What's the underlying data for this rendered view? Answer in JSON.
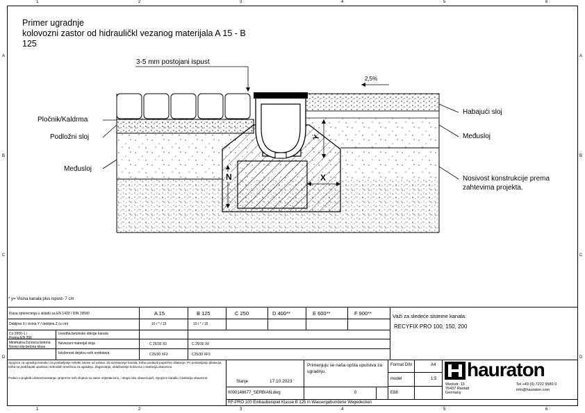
{
  "header": {
    "title_line1": "Primer ugradnje",
    "title_line2": "kolovozni zastor od hidrauličkl vezanog materijala A 15 - B",
    "title_line3": "125"
  },
  "frame": {
    "col_numbers": [
      "1",
      "2",
      "3",
      "4",
      "5",
      "6"
    ],
    "row_letters": [
      "A",
      "B",
      "C",
      "D"
    ]
  },
  "drawing": {
    "top_label": "3-5 mm postojani ispust",
    "slope": "2,5%",
    "left_labels": [
      "Pločnik/Kaldrma",
      "Podložni sloj",
      "Međusloj"
    ],
    "right_labels": [
      "Habajući sloj",
      "Međusloj",
      "Nosivost konstrukcije prema",
      "zahtevima projekta."
    ],
    "dim_n": "N",
    "dim_x": "X",
    "dim_y": "Y",
    "footnote": "* y= Visina kanala plus ispust- 7 cm"
  },
  "table": {
    "row1_label": "Klasa opterećenja u skladu sa EN 1433 / DIN 19580",
    "classes": [
      "A 15",
      "B 125",
      "C 250",
      "D 400**",
      "E 600**",
      "F 900**"
    ],
    "row2_label": "Debljina X i visina Y / debljina Z (u cm)",
    "row2_values": [
      "10 / * / 15",
      "10 / * / 15"
    ],
    "row3a_label": "Co 2000-1 i",
    "row3b_label": "Prema EN 206",
    "row3c_label": "Izvedba betonske obloge kanala",
    "row3d_label": "Minimalna čvrstoća betona",
    "row4_label": "Nevezani materijal sloja",
    "row5_label": "Nosivi sloj betona klase",
    "row5_values": [
      "C 25/30 X0",
      "C 25/30 X0"
    ],
    "row6_label": "Izloženost dejstvu ovih sredstava",
    "row6_values": [
      "C25/30 XF3",
      "C25/30 XF3"
    ],
    "valid_for": "Važi za sledeće sisteme kanala:",
    "systems": "RECYFIX PRO 100, 150, 200"
  },
  "notes": {
    "note1": "Spojnice za ugradnju kanala i za postavljanje rešetki zavise od uslova. Za uvrstavanje kanala, treba postaviti poprečne dilatacije. Pri postavljanju dilatacija treba se pridržavati uputstva i tehnickih smernica za ugradnju. Zagrevanje, ublažavanje kolovoza i nivelacija obavezno.",
    "note2": "Podaci u pogledu dimenzionisanja i pripreme svih slojeva su samo orijentaciono, i stoga nisu obavezujući. Spojnice kanala i nivelacija obavezne."
  },
  "title_block": {
    "state_label": "Stanje",
    "date": "17.10.2023",
    "drawing_no": "0000148677_SERBIAN.dwg",
    "rev": "0",
    "sheet": "E88",
    "note": "Primenjuju se naša opšta uputstva za ugradnju.",
    "format_label": "Format DIN",
    "format_value": "A4",
    "model_label": "model",
    "model_value": "1:5",
    "logo": "hauraton",
    "address": "Werkstr. 13\n76437 Rastatt\nGermany",
    "phone": "Tel +49 (0) 7222 9580 0",
    "email": "info@hauraton.com",
    "caption": "RF-PRO 100 Einbaubeispiel Klasse B 125 in Wassergebundene Wegedecken"
  },
  "colors": {
    "line": "#000000",
    "hatch": "#000000",
    "paper": "#ffffff"
  }
}
